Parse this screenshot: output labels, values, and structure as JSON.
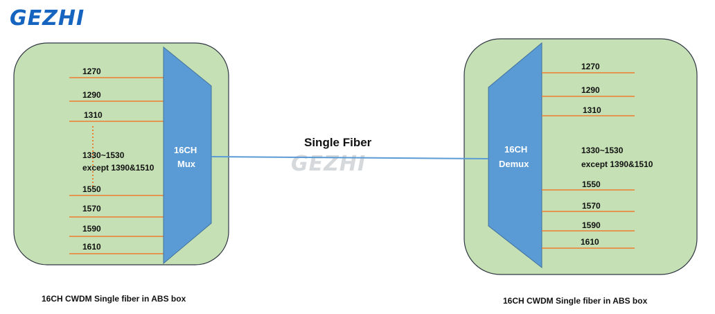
{
  "logo": {
    "text": "GEZHI",
    "watermark_text": "GEZHI"
  },
  "colors": {
    "logo_blue": "#1565c0",
    "box_fill": "#c5e0b4",
    "box_stroke": "#2f3542",
    "mux_fill": "#5b9bd5",
    "mux_stroke": "#41719c",
    "channel_line": "#ed7d31",
    "fiber_line": "#5b9bd5",
    "watermark": "#d0d3d6"
  },
  "fiber": {
    "label": "Single Fiber"
  },
  "mux": {
    "title_line1": "16CH",
    "title_line2": "Mux",
    "channels_top": [
      "1270",
      "1290",
      "1310"
    ],
    "middle_line1": "1330~1530",
    "middle_line2": "except 1390&1510",
    "channels_bottom": [
      "1550",
      "1570",
      "1590",
      "1610"
    ],
    "caption": "16CH CWDM Single fiber in ABS box"
  },
  "demux": {
    "title_line1": "16CH",
    "title_line2": "Demux",
    "channels_top": [
      "1270",
      "1290",
      "1310"
    ],
    "middle_line1": "1330~1530",
    "middle_line2": "except 1390&1510",
    "channels_bottom": [
      "1550",
      "1570",
      "1590",
      "1610"
    ],
    "caption": "16CH CWDM Single fiber in ABS box"
  }
}
